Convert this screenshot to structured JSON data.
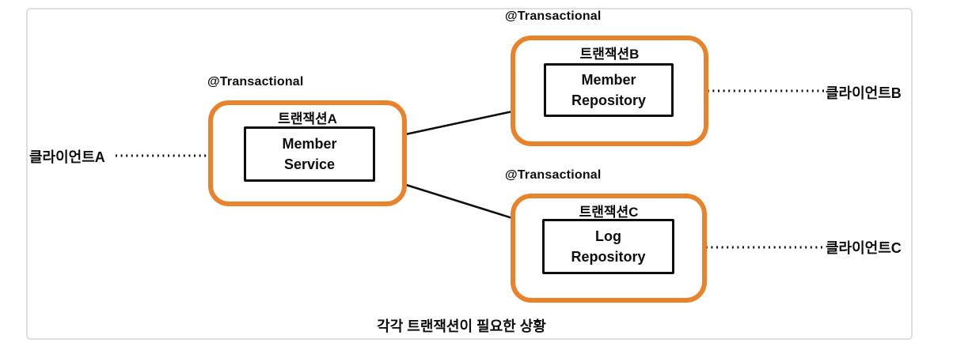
{
  "diagram": {
    "caption": "각각 트랜잭션이 필요한 상황",
    "colors": {
      "transaction_boundary": "#E8832C",
      "outer_border": "#DFDFDF",
      "ink": "#0E0E0E"
    },
    "transaction_a": {
      "annotation": "@Transactional",
      "label": "트랜잭션A",
      "component": {
        "line1": "Member",
        "line2": "Service"
      }
    },
    "transaction_b": {
      "annotation": "@Transactional",
      "label": "트랜잭션B",
      "component": {
        "line1": "Member",
        "line2": "Repository"
      }
    },
    "transaction_c": {
      "annotation": "@Transactional",
      "label": "트랜잭션C",
      "component": {
        "line1": "Log",
        "line2": "Repository"
      }
    },
    "client_a": {
      "label": "클라이언트A"
    },
    "client_b": {
      "label": "클라이언트B"
    },
    "client_c": {
      "label": "클라이언트C"
    }
  }
}
